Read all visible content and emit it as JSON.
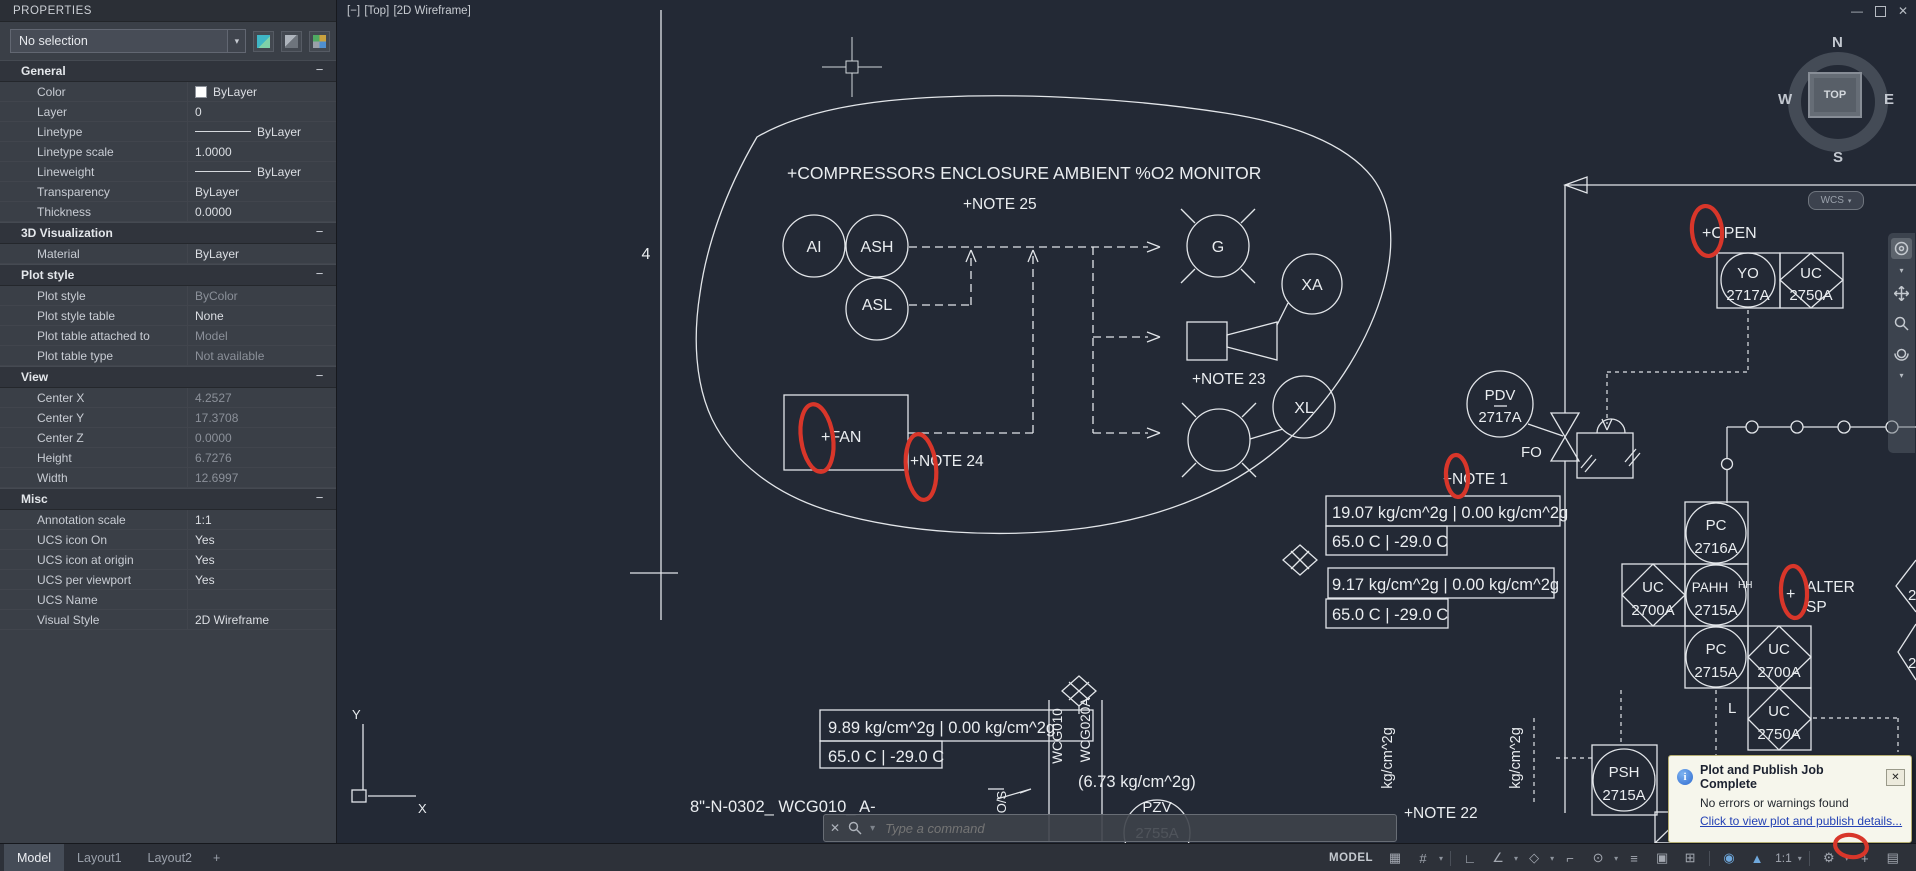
{
  "icons": {
    "collapse": "−",
    "chevron_down": "▾",
    "close": "✕",
    "minimize": "—"
  },
  "palette": {
    "title": "PROPERTIES",
    "selector": "No selection",
    "sections": [
      {
        "label": "General",
        "rows": [
          {
            "label": "Color",
            "value": "ByLayer"
          },
          {
            "label": "Layer",
            "value": "0"
          },
          {
            "label": "Linetype",
            "value": "ByLayer"
          },
          {
            "label": "Linetype scale",
            "value": "1.0000"
          },
          {
            "label": "Lineweight",
            "value": "ByLayer"
          },
          {
            "label": "Transparency",
            "value": "ByLayer"
          },
          {
            "label": "Thickness",
            "value": "0.0000"
          }
        ]
      },
      {
        "label": "3D Visualization",
        "rows": [
          {
            "label": "Material",
            "value": "ByLayer"
          }
        ]
      },
      {
        "label": "Plot style",
        "rows": [
          {
            "label": "Plot style",
            "value": "ByColor"
          },
          {
            "label": "Plot style table",
            "value": "None"
          },
          {
            "label": "Plot table attached to",
            "value": "Model"
          },
          {
            "label": "Plot table type",
            "value": "Not available"
          }
        ]
      },
      {
        "label": "View",
        "rows": [
          {
            "label": "Center X",
            "value": "4.2527"
          },
          {
            "label": "Center Y",
            "value": "17.3708"
          },
          {
            "label": "Center Z",
            "value": "0.0000"
          },
          {
            "label": "Height",
            "value": "6.7276"
          },
          {
            "label": "Width",
            "value": "12.6997"
          }
        ]
      },
      {
        "label": "Misc",
        "rows": [
          {
            "label": "Annotation scale",
            "value": "1:1"
          },
          {
            "label": "UCS icon On",
            "value": "Yes"
          },
          {
            "label": "UCS icon at origin",
            "value": "Yes"
          },
          {
            "label": "UCS per viewport",
            "value": "Yes"
          },
          {
            "label": "UCS Name",
            "value": ""
          },
          {
            "label": "Visual Style",
            "value": "2D Wireframe"
          }
        ]
      }
    ]
  },
  "viewport": {
    "vc_minus": "[−]",
    "vc_view": "[Top]",
    "vc_style": "[2D Wireframe]",
    "wcs": "WCS",
    "compass": {
      "n": "N",
      "s": "S",
      "e": "E",
      "w": "W",
      "top": "TOP"
    }
  },
  "diagram": {
    "title": "+COMPRESSORS ENCLOSURE AMBIENT %O2 MONITOR",
    "zone": "4",
    "notes": {
      "n25": "+NOTE 25",
      "n24": "+NOTE 24",
      "n23": "+NOTE 23",
      "n22": "+NOTE 22",
      "n1": "+NOTE 1",
      "open": "+OPEN",
      "fan": "+FAN",
      "alter_plus": "+",
      "alter1": "ALTER",
      "alter2": "SP"
    },
    "balloons": {
      "ai": "AI",
      "ash": "ASH",
      "asl": "ASL",
      "g": "G",
      "xa": "XA",
      "xl": "XL",
      "pdv": "PDV",
      "pdv_n": "2717A",
      "fo": "FO",
      "yo": "YO",
      "yo_n": "2717A",
      "uc_a": "UC",
      "uc_a_n": "2750A",
      "pc1": "PC",
      "pc1_n": "2716A",
      "uc_b": "UC",
      "uc_b_n": "2700A",
      "pahh": "PAHH",
      "pahh_s": "HH",
      "pahh_n": "2715A",
      "pc2": "PC",
      "pc2_n": "2715A",
      "uc_c": "UC",
      "uc_c_n": "2700A",
      "l": "L",
      "uc_d": "UC",
      "uc_d_n": "2750A",
      "psh": "PSH",
      "psh_n": "2715A",
      "uc_e": "UC",
      "pzv": "PZV",
      "pzv_n": "2755A",
      "edge1": "2",
      "edge2": "2"
    },
    "readouts": {
      "r1": "19.07 kg/cm^2g | 0.00 kg/cm^2g",
      "r2": "65.0 C | -29.0 C",
      "r3": "9.17 kg/cm^2g | 0.00 kg/cm^2g",
      "r4": "65.0 C | -29.0 C",
      "r5": "9.89 kg/cm^2g | 0.00 kg/cm^2g",
      "r6": "65.0 C | -29.0 C",
      "r7": "(6.73 kg/cm^2g)"
    },
    "labels": {
      "pipe": "8\"-N-0302_ WCG010_ A-",
      "v1": "WCG010",
      "v2": "WCG020A",
      "v3": "O/S",
      "v4": "kg/cm^2g",
      "v5": "kg/cm^2g"
    },
    "ucs": {
      "x": "X",
      "y": "Y"
    }
  },
  "command_bar": {
    "placeholder": "Type a command"
  },
  "notification": {
    "title": "Plot and Publish Job Complete",
    "body": "No errors or warnings found",
    "link": "Click to view plot and publish details..."
  },
  "tabs": {
    "model": "Model",
    "layout1": "Layout1",
    "layout2": "Layout2",
    "add": "+"
  },
  "status_bar": {
    "model": "MODEL",
    "scale": "1:1",
    "icons": {
      "grid": "▦",
      "snap": "#",
      "ortho": "∟",
      "polar": "∠",
      "iso": "◇",
      "otrack": "⌐",
      "osnap": "⊙",
      "lineweight": "≡",
      "cycling": "▣",
      "dyninput": "⊞",
      "anno_vis": "◉",
      "autoscale": "▲",
      "gear": "⚙",
      "monitor": "+",
      "plot": "▤",
      "isolate": "○",
      "perf": "ϟ",
      "customize": "≡"
    }
  },
  "colors": {
    "canvas_bg": "#232935",
    "palette_bg": "#3a3f47",
    "line": "#e2e5e9",
    "annotation_red": "#d8362a",
    "link_blue": "#2442b5",
    "notification_bg": "#f6f6ec"
  }
}
